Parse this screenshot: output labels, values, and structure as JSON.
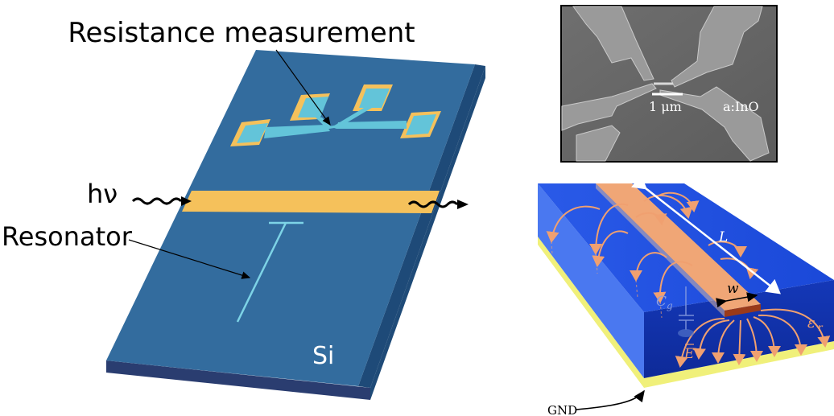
{
  "left_panel": {
    "title": "Resistance measurement",
    "photon_label": "hν",
    "resonator_label": "Resonator",
    "substrate_label": "Si"
  },
  "sem_image": {
    "scale_bar_label": "1 μm",
    "material_label": "a:InO"
  },
  "microstrip_diagram": {
    "length_label": "L",
    "width_label": "w",
    "capacitance_label": "C",
    "capacitance_subscript": "g",
    "field_label": "E",
    "permittivity_label": "ε",
    "permittivity_subscript": "r",
    "ground_label": "GND"
  },
  "colors": {
    "chip_top": "#336c9e",
    "chip_side": "#1f4b78",
    "chip_front": "#2a3d70",
    "pad_gold": "#f5c15b",
    "pad_cyan": "#63c4d9",
    "strip_orange": "#f0a676",
    "substrate_blue": "#1040d0",
    "ground_yellow": "#f0f07a",
    "field_arrow": "#f0a070"
  }
}
